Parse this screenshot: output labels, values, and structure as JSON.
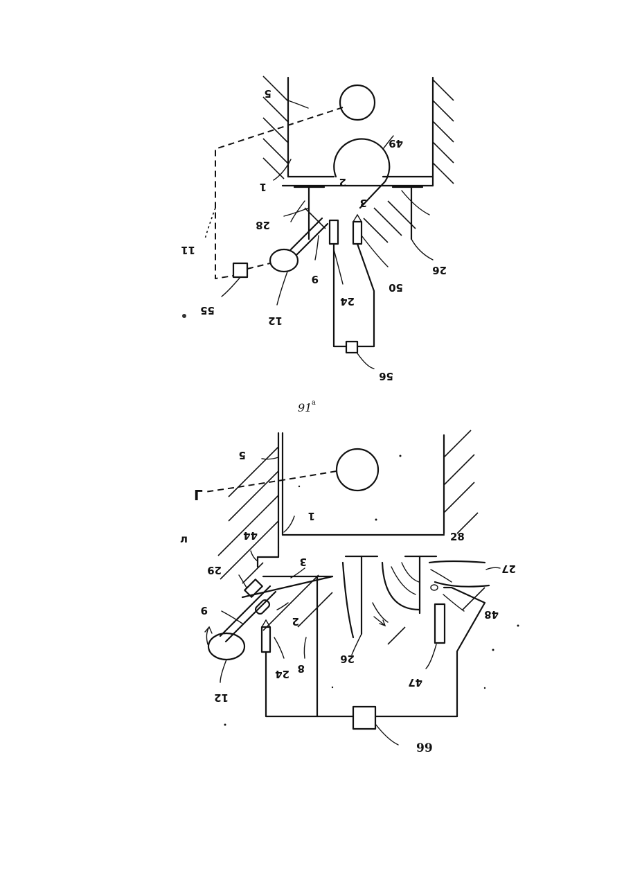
{
  "figure_top": {
    "labels": [
      "5",
      "49",
      "1",
      "2",
      "3",
      "28",
      "11",
      "9",
      "26",
      "24",
      "50",
      "55",
      "12",
      "56"
    ]
  },
  "caption": {
    "text": "91",
    "superscript": "a"
  },
  "figure_bottom": {
    "labels": [
      "5",
      "Г",
      "1",
      "44",
      "3",
      "28",
      "27",
      "л",
      "29",
      "9",
      "2",
      "8",
      "24",
      "26",
      "48",
      "47",
      "12",
      "99"
    ]
  }
}
